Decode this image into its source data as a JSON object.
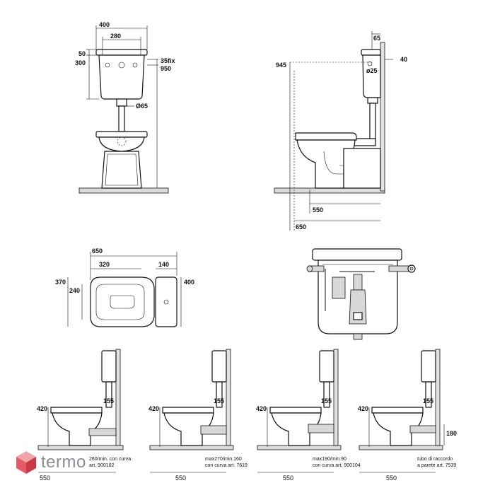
{
  "front_view": {
    "width_total": "400",
    "width_tank": "280",
    "offset_top": "50",
    "tank_height": "300",
    "fix_label": "35fix",
    "height_total": "950",
    "pipe_dia": "Ø65"
  },
  "side_view": {
    "top_offset": "65",
    "fix_height": "40",
    "total_height": "945",
    "pipe_dia": "ø25",
    "outlet_distance": "550",
    "total_depth": "650"
  },
  "plan_view": {
    "total_length": "650",
    "bowl_width": "320",
    "tank_depth": "140",
    "bowl_outer": "370",
    "bowl_inner": "240",
    "tank_width": "400"
  },
  "installs": [
    {
      "wall_h": "420",
      "pipe_h": "155",
      "note_1": "260/min. con curva",
      "note_2": "art. 900102",
      "depth": "550"
    },
    {
      "wall_h": "420",
      "pipe_h": "155",
      "note_1": "max270/min.160",
      "note_2": "con curva art. 7619",
      "depth": "550"
    },
    {
      "wall_h": "420",
      "pipe_h": "155",
      "note_1": "max190/min.90",
      "note_2": "con curva art. 900104",
      "depth": "550"
    },
    {
      "wall_h": "420",
      "pipe_h": "155",
      "side_h": "180",
      "note_1": "tubo di raccordo",
      "note_2": "a parete art. 7539",
      "depth": "550"
    }
  ],
  "brand": {
    "name": "termo"
  }
}
